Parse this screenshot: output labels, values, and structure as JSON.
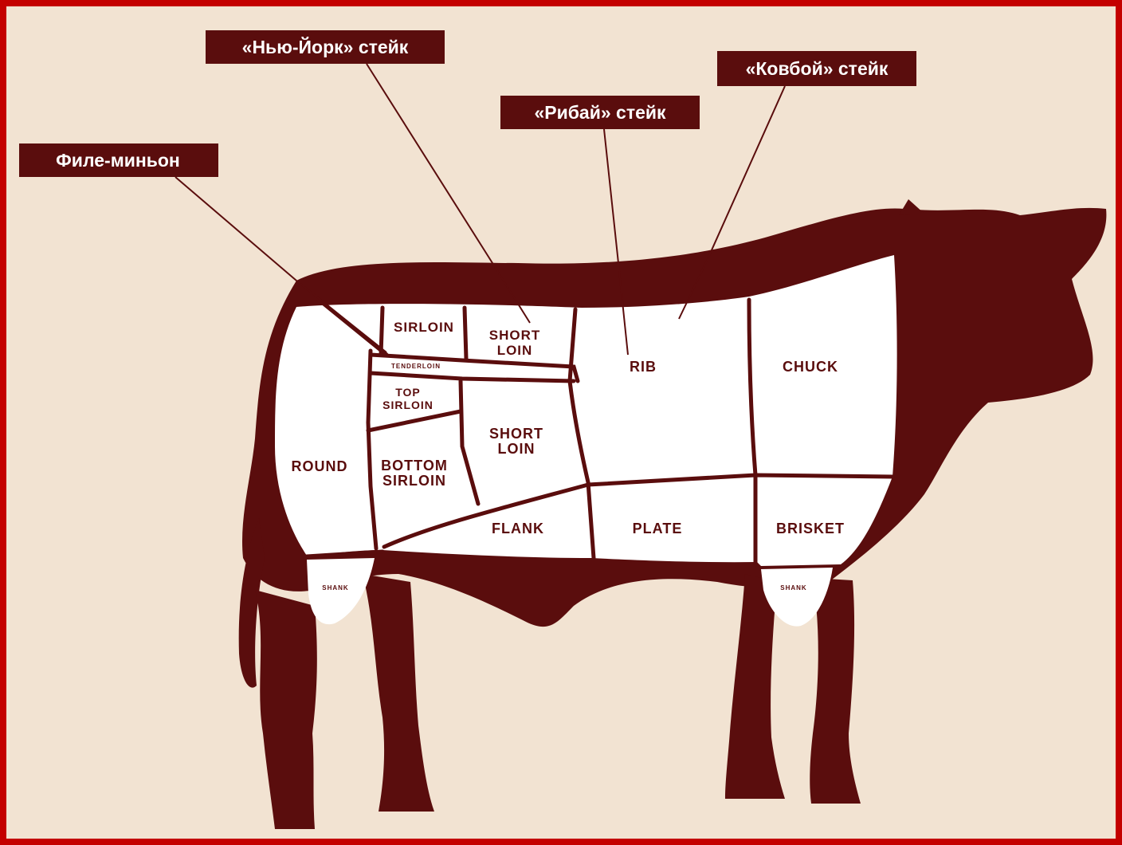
{
  "colors": {
    "background": "#f2e3d2",
    "border": "#c40000",
    "silhouette": "#5a0d0d",
    "cut_fill": "#ffffff",
    "label_text": "#5a0d0d"
  },
  "callouts": {
    "filet_mignon": "Филе-миньон",
    "new_york": "«Нью-Йорк» стейк",
    "ribeye": "«Рибай» стейк",
    "cowboy": "«Ковбой» стейк"
  },
  "cuts": {
    "sirloin": "SIRLOIN",
    "short_loin_top_1": "SHORT",
    "short_loin_top_2": "LOIN",
    "tenderloin": "TENDERLOIN",
    "top_sirloin_1": "TOP",
    "top_sirloin_2": "SIRLOIN",
    "short_loin_mid_1": "SHORT",
    "short_loin_mid_2": "LOIN",
    "round": "ROUND",
    "bottom_sirloin_1": "BOTTOM",
    "bottom_sirloin_2": "SIRLOIN",
    "rib": "RIB",
    "chuck": "CHUCK",
    "flank": "FLANK",
    "plate": "PLATE",
    "brisket": "BRISKET",
    "shank_hind": "SHANK",
    "shank_fore": "SHANK"
  }
}
